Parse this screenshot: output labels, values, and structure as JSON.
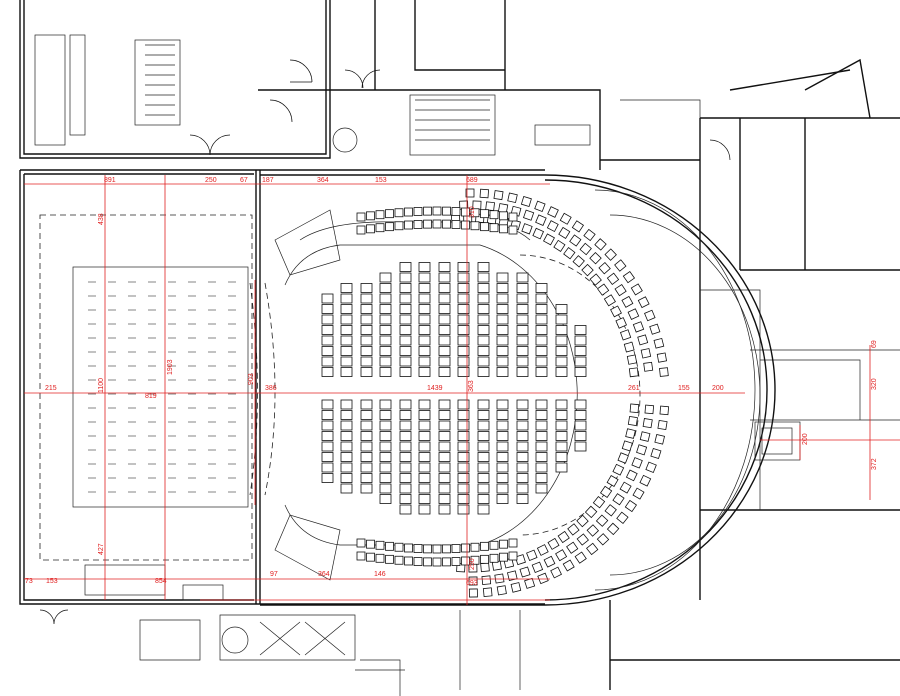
{
  "colors": {
    "dimension": "#e02020",
    "wall": "#111111",
    "background": "#ffffff"
  },
  "dimensions": {
    "top": [
      "891",
      "250",
      "67",
      "187",
      "364",
      "153",
      "689"
    ],
    "bottom": [
      "73",
      "153",
      "854",
      "97",
      "364",
      "146",
      "693"
    ],
    "left": [
      "438",
      "1100",
      "1903",
      "427"
    ],
    "middle": [
      "215",
      "819",
      "386",
      "1439",
      "261",
      "155",
      "200"
    ],
    "vertical_center": [
      "903",
      "310",
      "363",
      "250"
    ],
    "right": [
      "69",
      "320",
      "200",
      "372"
    ]
  }
}
